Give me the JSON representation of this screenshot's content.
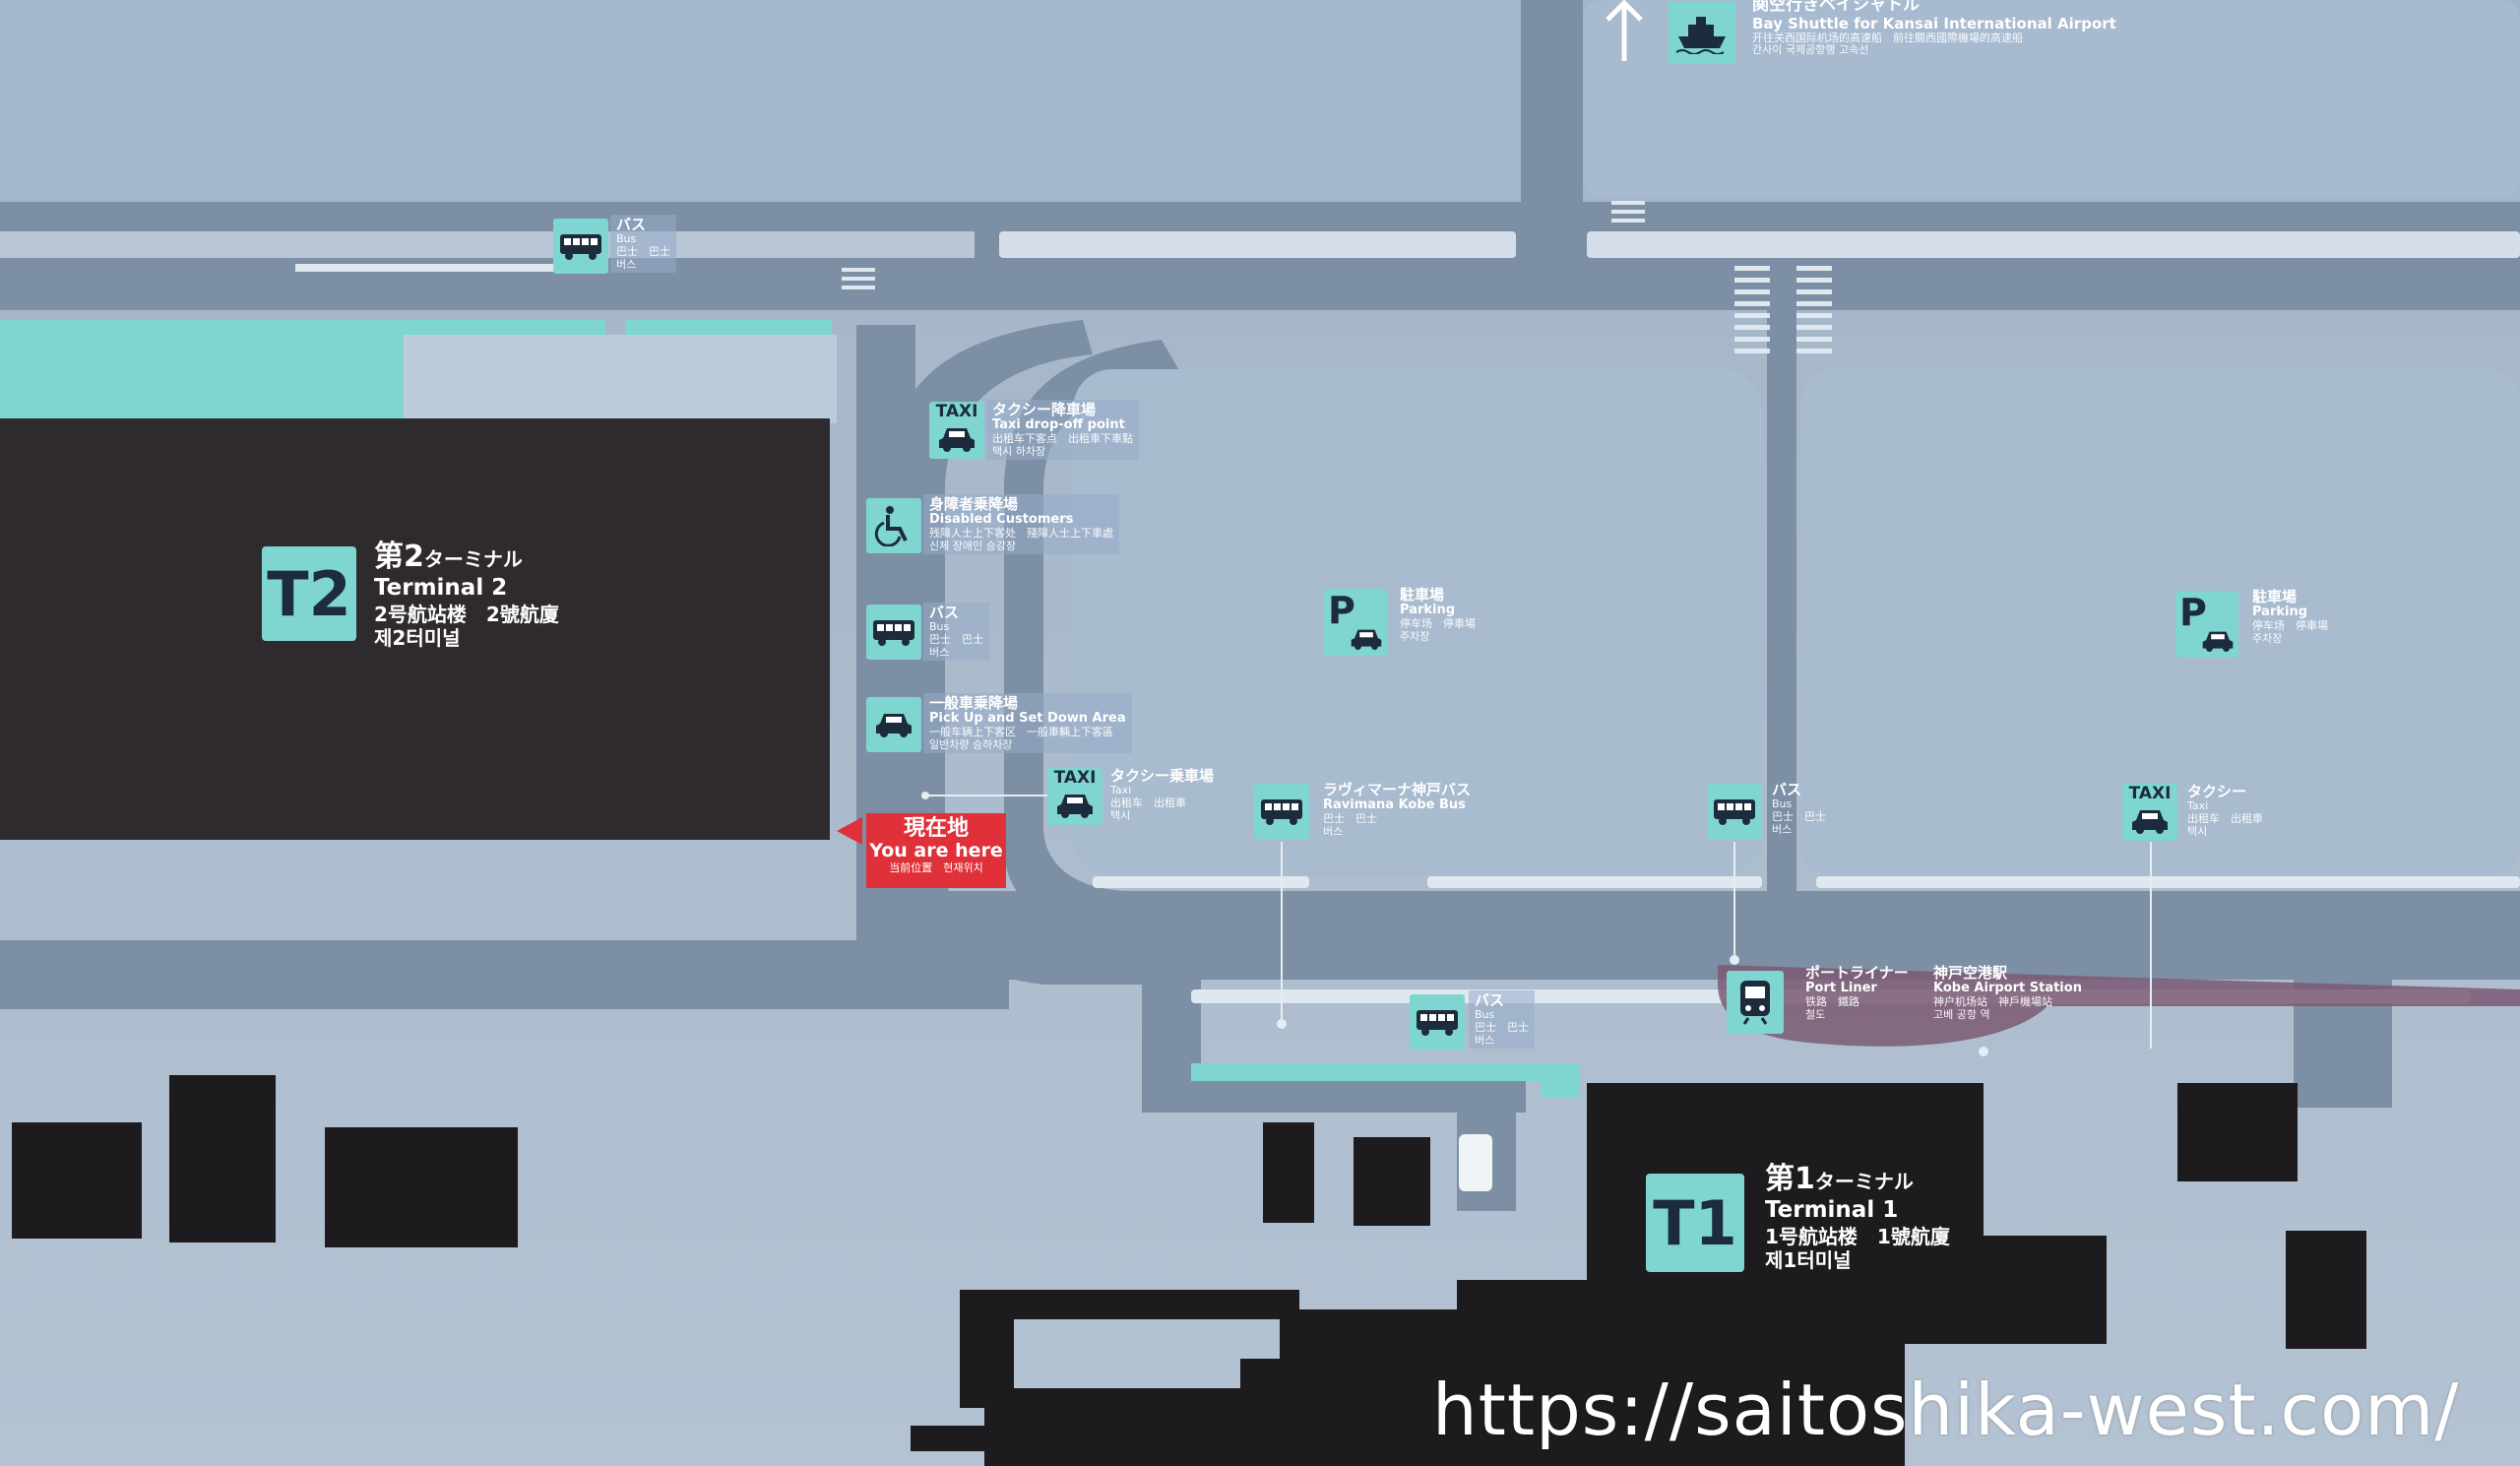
{
  "colors": {
    "background": "#a9b9c9",
    "road": "#7d8fa4",
    "terminal": "#2f2a2d",
    "accent_teal": "#7fd6d1",
    "you_are_here": "#e0313a",
    "port_liner_band": "#7a5b73"
  },
  "ferry": {
    "icon": "ferry-icon",
    "label_ja": "関空行きベイシャトル",
    "label_en": "Bay Shuttle for Kansai International Airport",
    "label_zh": "开往关西国际机场的高速船　前往關西國際機場的高速船",
    "label_ko": "간사이 국제공항행 고속선"
  },
  "terminal2": {
    "badge": "T2",
    "name_ja_num": "第2",
    "name_ja_rest": "ターミナル",
    "name_en": "Terminal 2",
    "name_zh": "2号航站楼　2號航廈",
    "name_ko": "제2터미널"
  },
  "terminal1": {
    "badge": "T1",
    "name_ja_num": "第1",
    "name_ja_rest": "ターミナル",
    "name_en": "Terminal 1",
    "name_zh": "1号航站楼　1號航廈",
    "name_ko": "제1터미널"
  },
  "you_are_here": {
    "ja": "現在地",
    "en": "You are here",
    "sub": "当前位置　현재위치"
  },
  "bus_top": {
    "ja": "バス",
    "en": "Bus",
    "zh": "巴士　巴士",
    "ko": "버스"
  },
  "taxi_dropoff": {
    "icon_word": "TAXI",
    "ja": "タクシー降車場",
    "en": "Taxi drop-off point",
    "zh": "出租车下客点　出租車下車點",
    "ko": "택시 하차장"
  },
  "disabled": {
    "ja": "身障者乗降場",
    "en": "Disabled Customers",
    "zh": "残障人士上下客处　殘障人士上下車處",
    "ko": "신체 장애인 승강장"
  },
  "bus_t2": {
    "ja": "バス",
    "en": "Bus",
    "zh": "巴士　巴士",
    "ko": "버스"
  },
  "pickup": {
    "ja": "一般車乗降場",
    "en": "Pick Up and Set Down Area",
    "zh": "一般车辆上下客区　一般車輛上下客區",
    "ko": "일반차량 승하차장"
  },
  "taxi_t2": {
    "icon_word": "TAXI",
    "ja": "タクシー乗車場",
    "en": "Taxi",
    "zh": "出租车　出租車",
    "ko": "택시"
  },
  "ravimana_bus": {
    "ja": "ラヴィマーナ神戸バス",
    "en": "Ravimana Kobe Bus",
    "zh": "巴士　巴士",
    "ko": "버스"
  },
  "parking_center": {
    "ja": "駐車場",
    "en": "Parking",
    "zh": "停车场　停車場",
    "ko": "주차장"
  },
  "parking_right": {
    "ja": "駐車場",
    "en": "Parking",
    "zh": "停车场　停車場",
    "ko": "주차장"
  },
  "bus_center": {
    "ja": "バス",
    "en": "Bus",
    "zh": "巴士　巴士",
    "ko": "버스"
  },
  "taxi_right": {
    "icon_word": "TAXI",
    "ja": "タクシー",
    "en": "Taxi",
    "zh": "出租车　出租車",
    "ko": "택시"
  },
  "bus_lower": {
    "ja": "バス",
    "en": "Bus",
    "zh": "巴士　巴士",
    "ko": "버스"
  },
  "port_liner": {
    "ja": "ポートライナー",
    "en": "Port Liner",
    "zh": "铁路　鐵路",
    "ko": "철도",
    "station_ja": "神戸空港駅",
    "station_en": "Kobe Airport Station",
    "station_zh": "神户机场站　神戶機場站",
    "station_ko": "고베 공항 역"
  },
  "watermark": "https://saitoshika-west.com/"
}
